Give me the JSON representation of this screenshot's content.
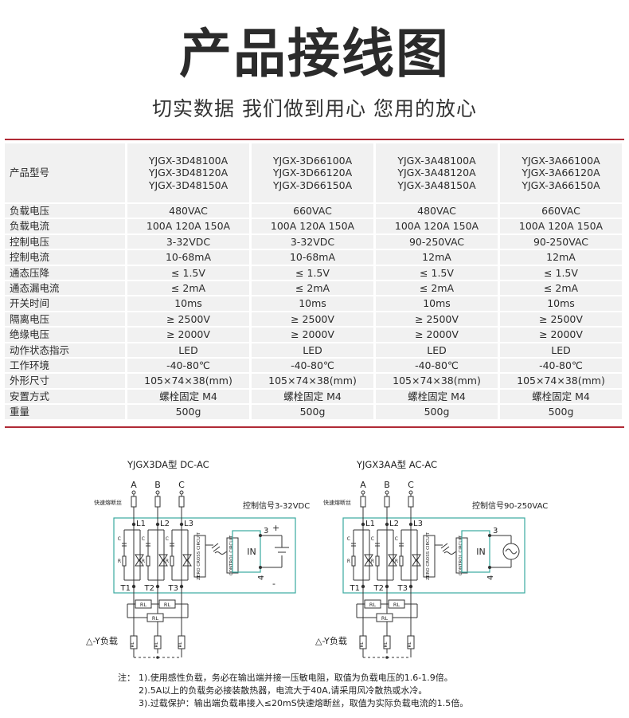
{
  "header": {
    "title": "产品接线图",
    "subtitle": "切实数据 我们做到用心 您用的放心"
  },
  "spec_table": {
    "model_label": "产品型号",
    "models": [
      [
        "YJGX-3D48100A",
        "YJGX-3D48120A",
        "YJGX-3D48150A"
      ],
      [
        "YJGX-3D66100A",
        "YJGX-3D66120A",
        "YJGX-3D66150A"
      ],
      [
        "YJGX-3A48100A",
        "YJGX-3A48120A",
        "YJGX-3A48150A"
      ],
      [
        "YJGX-3A66100A",
        "YJGX-3A66120A",
        "YJGX-3A66150A"
      ]
    ],
    "rows": [
      {
        "label": "负载电压",
        "values": [
          "480VAC",
          "660VAC",
          "480VAC",
          "660VAC"
        ]
      },
      {
        "label": "负载电流",
        "values": [
          "100A 120A 150A",
          "100A 120A 150A",
          "100A 120A 150A",
          "100A 120A 150A"
        ]
      },
      {
        "label": "控制电压",
        "values": [
          "3-32VDC",
          "3-32VDC",
          "90-250VAC",
          "90-250VAC"
        ]
      },
      {
        "label": "控制电流",
        "values": [
          "10-68mA",
          "10-68mA",
          "12mA",
          "12mA"
        ]
      },
      {
        "label": "通态压降",
        "values": [
          "≤ 1.5V",
          "≤ 1.5V",
          "≤ 1.5V",
          "≤ 1.5V"
        ]
      },
      {
        "label": "通态漏电流",
        "values": [
          "≤ 2mA",
          "≤ 2mA",
          "≤ 2mA",
          "≤ 2mA"
        ]
      },
      {
        "label": "开关时间",
        "values": [
          "10ms",
          "10ms",
          "10ms",
          "10ms"
        ]
      },
      {
        "label": "隔离电压",
        "values": [
          "≥ 2500V",
          "≥ 2500V",
          "≥ 2500V",
          "≥ 2500V"
        ]
      },
      {
        "label": "绝缘电压",
        "values": [
          "≥ 2000V",
          "≥ 2000V",
          "≥ 2000V",
          "≥ 2000V"
        ]
      },
      {
        "label": "动作状态指示",
        "values": [
          "LED",
          "LED",
          "LED",
          "LED"
        ]
      },
      {
        "label": "工作环境",
        "values": [
          "-40-80℃",
          "-40-80℃",
          "-40-80℃",
          "-40-80℃"
        ]
      },
      {
        "label": "外形尺寸",
        "values": [
          "105×74×38(mm)",
          "105×74×38(mm)",
          "105×74×38(mm)",
          "105×74×38(mm)"
        ]
      },
      {
        "label": "安置方式",
        "values": [
          "螺栓固定 M4",
          "螺栓固定 M4",
          "螺栓固定 M4",
          "螺栓固定 M4"
        ]
      },
      {
        "label": "重量",
        "values": [
          "500g",
          "500g",
          "500g",
          "500g"
        ]
      }
    ]
  },
  "diagrams": [
    {
      "title": "YJGX3DA型 DC-AC",
      "fuse_label": "快速熔断丝",
      "control_label": "控制信号3-32VDC",
      "phases": [
        "A",
        "B",
        "C"
      ],
      "inputs": [
        "L1",
        "L2",
        "L3"
      ],
      "outputs": [
        "T1",
        "T2",
        "T3"
      ],
      "zero_cross": "ZERO CROSS CIRCUIT",
      "control_circuit": "CONTROL CIRCUIT",
      "in_label": "IN",
      "terminal_top": "3",
      "terminal_bottom": "4",
      "plus": "+",
      "minus": "-",
      "r_label": "R",
      "c_label": "C",
      "rl_label": "RL",
      "load_label": "△-Y负载"
    },
    {
      "title": "YJGX3AA型 AC-AC",
      "fuse_label": "快速熔断丝",
      "control_label": "控制信号90-250VAC",
      "phases": [
        "A",
        "B",
        "C"
      ],
      "inputs": [
        "L1",
        "L2",
        "L3"
      ],
      "outputs": [
        "T1",
        "T2",
        "T3"
      ],
      "zero_cross": "ZERO CROSS CIRCUIT",
      "control_circuit": "CONTROL CIRCUIT",
      "in_label": "IN",
      "terminal_top": "3",
      "terminal_bottom": "4",
      "r_label": "R",
      "c_label": "C",
      "rl_label": "RL",
      "load_label": "△-Y负载"
    }
  ],
  "notes": {
    "prefix": "注：",
    "lines": [
      "1).使用感性负载，务必在输出端并接一压敏电阻，取值为负载电压的1.6-1.9倍。",
      "2).5A以上的负载务必接装散热器，电流大于40A,请采用风冷散热或水冷。",
      "3).过载保护：输出端负载串接入≤20mS快速熔断丝，取值为实际负载电流的1.5倍。"
    ]
  }
}
